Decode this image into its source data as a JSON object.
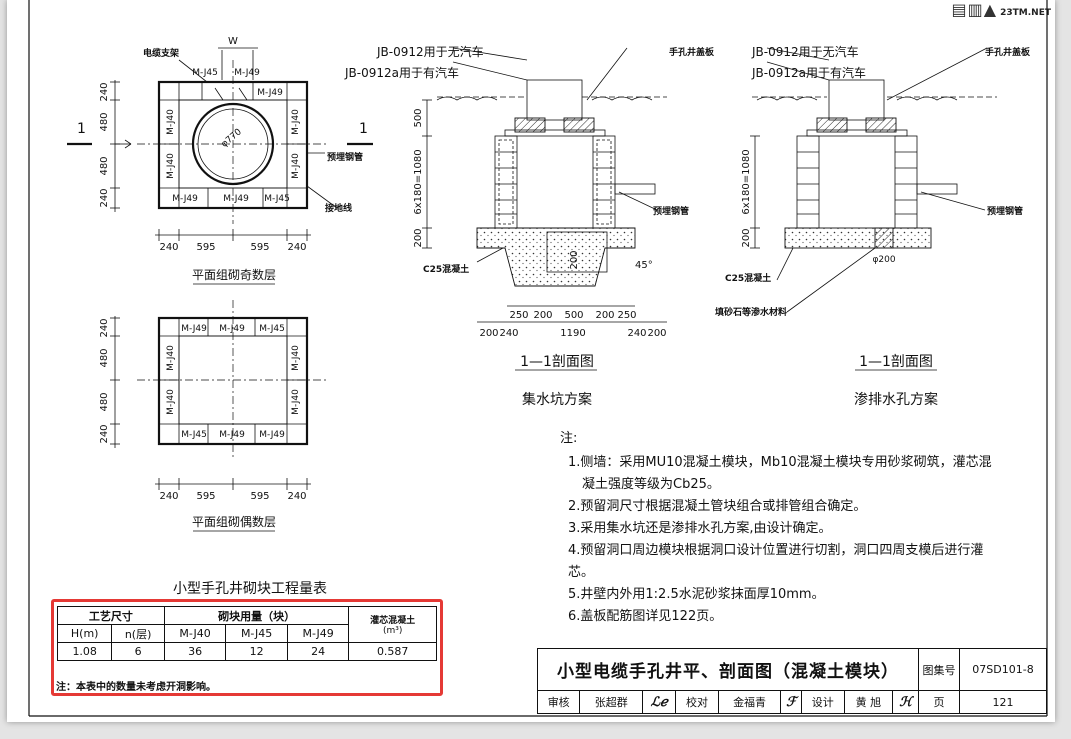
{
  "watermark": {
    "text": "23TM.NET"
  },
  "plan_odd": {
    "caption": "平面组砌奇数层",
    "labels": {
      "cable_bracket": "电缆支架",
      "w": "W",
      "section_left": "1",
      "section_right": "1",
      "pipe": "预埋钢管",
      "ground": "接地线",
      "diameter": "φ770"
    },
    "blocks": {
      "top_left": "M-J45",
      "top_mid": "M-J49",
      "top_right": "M-J49",
      "left_upper": "M-J40",
      "left_lower": "M-J40",
      "right_upper": "M-J40",
      "right_lower": "M-J40",
      "bottom_left": "M-J49",
      "bottom_mid": "M-J49",
      "bottom_right": "M-J45"
    },
    "vdims": [
      "240",
      "480",
      "480",
      "240"
    ],
    "hdims": [
      "240",
      "595",
      "595",
      "240"
    ]
  },
  "plan_even": {
    "caption": "平面组砌偶数层",
    "blocks": {
      "top_left": "M-J49",
      "top_mid": "M-J49",
      "top_right": "M-J45",
      "left_upper": "M-J40",
      "left_lower": "M-J40",
      "right_upper": "M-J40",
      "right_lower": "M-J40",
      "bottom_left": "M-J45",
      "bottom_mid": "M-J49",
      "bottom_right": "M-J49"
    },
    "vdims": [
      "240",
      "480",
      "480",
      "240"
    ],
    "hdims": [
      "240",
      "595",
      "595",
      "240"
    ]
  },
  "section_a": {
    "ref1": "JB-0912用于无汽车",
    "ref2": "JB-0912a用于有汽车",
    "cover": "手孔井盖板",
    "pipe": "预埋钢管",
    "concrete": "C25混凝土",
    "vdims": [
      "500",
      "6x180=1080",
      "200"
    ],
    "sump_depth": "200",
    "angle": "45°",
    "hdims_top": [
      "250",
      "200",
      "500",
      "200",
      "250"
    ],
    "hdims_bottom": [
      "200",
      "240",
      "1190",
      "240",
      "200"
    ],
    "caption1": "1—1剖面图",
    "caption2": "集水坑方案"
  },
  "section_b": {
    "ref1": "JB-0912用于无汽车",
    "ref2": "JB-0912a用于有汽车",
    "cover": "手孔井盖板",
    "pipe": "预埋钢管",
    "concrete": "C25混凝土",
    "gravel": "填砂石等渗水材料",
    "vdims": [
      "6x180=1080",
      "200"
    ],
    "hole": "φ200",
    "caption1": "1—1剖面图",
    "caption2": "渗排水孔方案"
  },
  "notes": {
    "title": "注:",
    "items": [
      "1.侧墙：采用MU10混凝土模块，Mb10混凝土模块专用砂浆砌筑，灌芯混",
      "凝土强度等级为Cb25。",
      "2.预留洞尺寸根据混凝土管块组合或排管组合确定。",
      "3.采用集水坑还是渗排水孔方案,由设计确定。",
      "4.预留洞口周边模块根据洞口设计位置进行切割，洞口四周支模后进行灌芯。",
      "5.井壁内外用1:2.5水泥砂浆抹面厚10mm。",
      "6.盖板配筋图详见122页。"
    ]
  },
  "quantity_table": {
    "title": "小型手孔井砌块工程量表",
    "group_craft": "工艺尺寸",
    "group_blocks": "砌块用量（块）",
    "group_concrete": "灌芯混凝土",
    "unit_concrete": "(m³)",
    "headers": [
      "H(m)",
      "n(层)",
      "M-J40",
      "M-J45",
      "M-J49"
    ],
    "row": [
      "1.08",
      "6",
      "36",
      "12",
      "24",
      "0.587"
    ],
    "note": "注：本表中的数量未考虑开洞影响。"
  },
  "title_block": {
    "main": "小型电缆手孔井平、剖面图（混凝土模块）",
    "atlas_label": "图集号",
    "atlas_no": "07SD101-8",
    "page_label": "页",
    "page_no": "121",
    "review_label": "审核",
    "review_name": "张超群",
    "check_label": "校对",
    "check_name": "金福青",
    "design_label": "设计",
    "design_name": "黄 旭"
  },
  "colors": {
    "highlight": "#e53935",
    "viewer_bg": "#e4e4e4"
  }
}
